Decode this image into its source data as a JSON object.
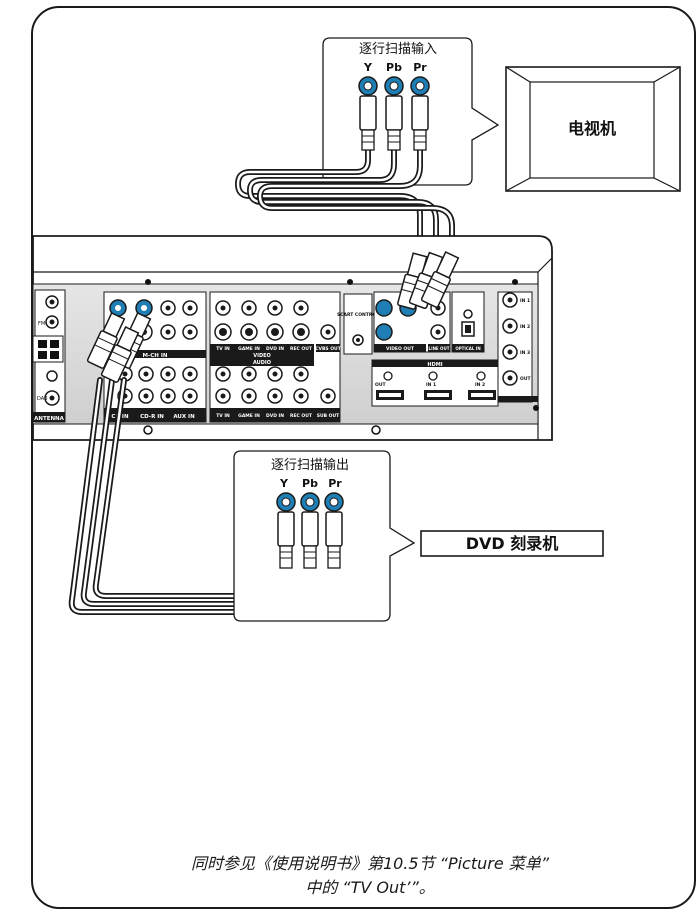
{
  "tv_box": {
    "title": "逐行扫描输入",
    "jacks": [
      "Y",
      "Pb",
      "Pr"
    ]
  },
  "tv_label": "电视机",
  "dvd_box": {
    "title": "逐行扫描输出",
    "jacks": [
      "Y",
      "Pb",
      "Pr"
    ]
  },
  "dvd_label": "DVD 刻录机",
  "receiver": {
    "m_ch_in": "M-CH IN",
    "video": "VIDEO",
    "audio": "AUDIO",
    "antenna": "ANTENNA",
    "scart_control": "SCART CONTROL",
    "video_out": "VIDEO OUT",
    "line_out": "LINE OUT",
    "optical_in": "OPTICAL IN",
    "hdmi": "HDMI",
    "hdmi_ports": [
      "OUT",
      "IN 1",
      "IN 2"
    ],
    "video_row_labels": [
      "TV IN",
      "GAME IN",
      "DVD IN",
      "REC OUT",
      "CVBS OUT"
    ],
    "audio_row_labels": [
      "TV IN",
      "GAME IN",
      "DVD IN",
      "REC OUT",
      "SUB OUT"
    ],
    "left_bottom_labels": [
      "CD IN",
      "CD-R IN",
      "AUX IN"
    ],
    "right_jacks": [
      "IN 1",
      "IN 2",
      "IN 3",
      "OUT"
    ],
    "fm": "FM",
    "dab": "DAB"
  },
  "note": {
    "line1": "同时参见《使用说明书》第10.5节 “Picture 菜单”",
    "line2": "中的 “TV Out’”。"
  }
}
